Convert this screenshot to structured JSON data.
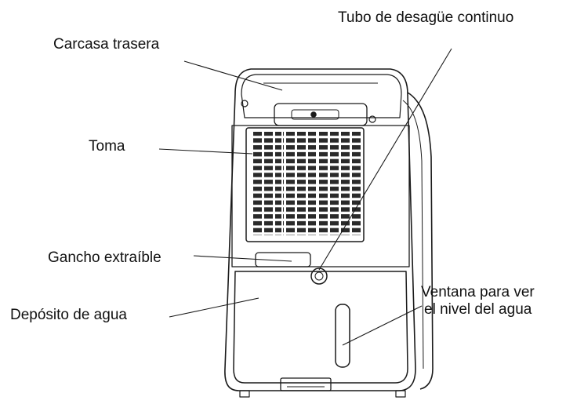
{
  "labels": {
    "rear_housing": "Carcasa trasera",
    "drain_hose": "Tubo de desagüe continuo",
    "intake": "Toma",
    "removable_hook": "Gancho extraíble",
    "water_tank": "Depósito de agua",
    "water_window_line1": "Ventana para ver",
    "water_window_line2": "el nivel del agua"
  },
  "colors": {
    "line": "#1a1a1a",
    "background": "#ffffff"
  }
}
